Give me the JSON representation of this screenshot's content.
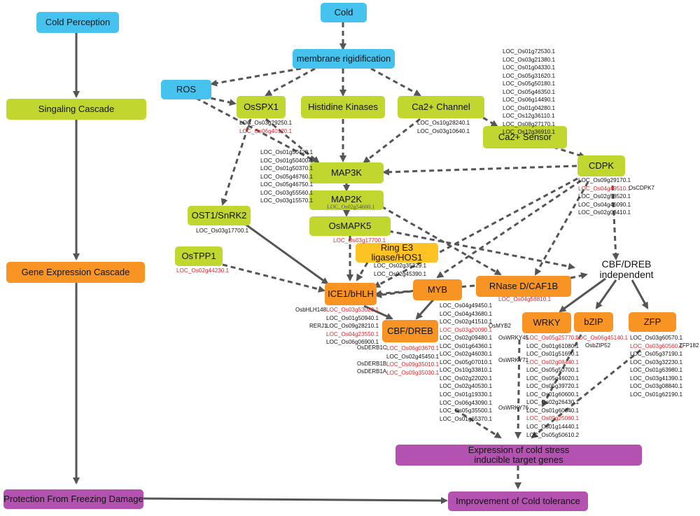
{
  "nodes": {
    "cold": "Cold",
    "cold_perception": "Cold Perception",
    "membrane": "membrane rigidification",
    "ros": "ROS",
    "osspx1": "OsSPX1",
    "histidine": "Histidine Kinases",
    "ca_channel": "Ca2+ Channel",
    "ca_sensor": "Ca2+  Sensor",
    "signaling": "Singaling Cascade",
    "map3k": "MAP3K",
    "cdpk": "CDPK",
    "map2k": "MAP2K",
    "ost1": "OST1/SnRK2",
    "osmapk5": "OsMAPK5",
    "ostpp1": "OsTPP1",
    "ring": "Ring E3 ligase/HOS1",
    "gene_expr": "Gene Expression Cascade",
    "cbf_indep": "CBF/DREB independent",
    "ice1": "ICE1/bHLH",
    "myb": "MYB",
    "rnase": "RNase D/CAF1B",
    "cbf": "CBF/DREB",
    "wrky": "WRKY",
    "bzip": "bZIP",
    "zfp": "ZFP",
    "expression": "Expression of cold stress inducible target genes",
    "protection": "Protection From Freezing Damage",
    "improvement": "Improvement of Cold tolerance"
  },
  "loci": {
    "ca_sensor": [
      "LOC_Os01g72530.1",
      "LOC_Os03g21380.1",
      "LOC_Os01g04330.1",
      "LOC_Os05g31620.1",
      "LOC_Os05g50180.1",
      "LOC_Os05g46350.1",
      "LOC_Os06g14490.1",
      "LOC_Os01g04280.1",
      "LOC_Os12g36110.1",
      "LOC_Os08g27170.1",
      "LOC_Os12g36910.1"
    ],
    "ca_channel": [
      "LOC_Os10g28240.1",
      "LOC_Os03g10640.1"
    ],
    "osspx1_a": "LOC_Os03g29250.1",
    "osspx1_b": "LOC_Os06g40120.1",
    "map3k": [
      "LOC_Os01g50420.1",
      "LOC_Os01g50400.1",
      "LOC_Os01g50370.1",
      "LOC_Os05g46760.1",
      "LOC_Os05g46750.1",
      "LOC_Os03g55560.1",
      "LOC_Os03g15570.1"
    ],
    "map2k": "LOC_Os02g54600.1",
    "cdpk": [
      "LOC_Os09g29170.1",
      "LOC_Os04g49510.1",
      "LOC_Os02g58520.1",
      "LOC_Os04g46090.1",
      "LOC_Os02g03410.1"
    ],
    "ost1": "LOC_Os03g17700.1",
    "osmapk5": "LOC_Os03g17700.1",
    "ostpp1": "LOC_Os02g44230.1",
    "ring": [
      "LOC_Os02g35329.1",
      "LOC_Os02g45390.1"
    ],
    "rnase": "LOC_Os04g58810.1",
    "ice1": [
      "LOC_Os03g53020.1",
      "LOC_Os01g50940.1",
      "LOC_Os09g28210.1",
      "LOC_Os04g23550.1",
      "LOC_Os06g06900.1"
    ],
    "myb": [
      "LOC_Os04g49450.1",
      "LOC_Os04g43680.1",
      "LOC_Os02g41510.1",
      "LOC_Os03g20090.1",
      "LOC_Os02g09480.1",
      "LOC_Os01g64360.1",
      "LOC_Os02g46030.1",
      "LOC_Os05g07010.1",
      "LOC_Os10g33810.1",
      "LOC_Os02g22020.1",
      "LOC_Os02g40530.1",
      "LOC_Os01g19330.1",
      "LOC_Os06g43090.1",
      "LOC_Os05g35500.1",
      "LOC_Os01g65370.1"
    ],
    "cbf": [
      "LOC_Os06g03670.1",
      "LOC_Os02g45450.1",
      "LOC_Os09g35010.1",
      "LOC_Os09g35030.1"
    ],
    "wrky": [
      "LOC_Os05g25770.1",
      "LOC_Os01g61080.1",
      "LOC_Os01g51690.1",
      "LOC_Os02g08440.1",
      "LOC_Os05g50700.1",
      "LOC_Os05g46020.1",
      "LOC_Os05g39720.1",
      "LOC_Os01g60600.1",
      "LOC_Os02g26430.1",
      "LOC_Os01g60640.1",
      "LOC_Os09g25060.1",
      "LOC_Os01g14440.1",
      "LOC_Os05g50610.2"
    ],
    "bzip": "LOC_Os06g45140.1",
    "zfp": [
      "LOC_Os03g60570.1",
      "LOC_Os03g60560.1",
      "LOC_Os05g37190.1",
      "LOC_Os03g32230.1",
      "LOC_Os01g63980.1",
      "LOC_Os03g41390.1",
      "LOC_Os03g08840.1",
      "LOC_Os01g62190.1"
    ]
  },
  "gene_names": {
    "oscdpk7": "OsCDPK7",
    "osbhlh148": "OsbHLH148",
    "rerj1": "RERJ1",
    "osmyb2": "OsMYB2",
    "osderb1c": "OsDERB1C",
    "osderb1b": "OsDERB1B",
    "osderb1a": "OsDERB1A",
    "oswrky45": "OsWRKY45",
    "oswrky71": "OsWRKY71",
    "oswrky76": "OsWRKY76",
    "osbzip52": "OsbZIP52",
    "zfp182": "ZFP182"
  },
  "colors": {
    "perception": "#45c3ee",
    "signaling": "#c2d630",
    "gene_expression": "#f79424",
    "ring": "#fdc324",
    "outcome": "#b352b0",
    "highlight_locus": "#e8262a",
    "arrow": "#555555"
  }
}
